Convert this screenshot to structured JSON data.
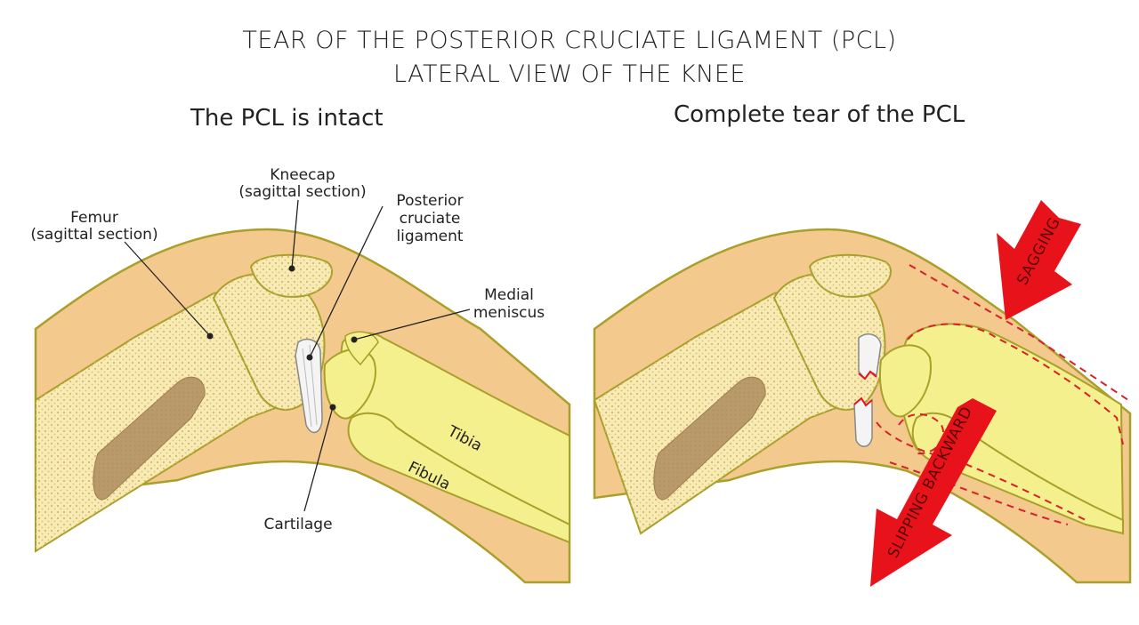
{
  "header": {
    "title_line1": "TEAR OF THE POSTERIOR CRUCIATE LIGAMENT (PCL)",
    "title_line2": "LATERAL VIEW OF THE KNEE"
  },
  "left_panel": {
    "title": "The PCL is intact",
    "labels": {
      "kneecap_1": "Kneecap",
      "kneecap_2": "(sagittal section)",
      "femur_1": "Femur",
      "femur_2": "(sagittal section)",
      "pcl_1": "Posterior",
      "pcl_2": "cruciate",
      "pcl_3": "ligament",
      "meniscus_1": "Medial",
      "meniscus_2": "meniscus",
      "tibia": "Tibia",
      "fibula": "Fibula",
      "cartilage": "Cartilage"
    }
  },
  "right_panel": {
    "title": "Complete tear of the PCL",
    "arrows": {
      "sagging": "SAGGING",
      "slipping": "SLIPPING BACKWARD"
    }
  },
  "colors": {
    "skin": "#f4c98e",
    "skin_stroke": "#a8a02a",
    "bone": "#f7eab3",
    "bone_dots": "#d9b870",
    "marrow": "#b99a6b",
    "tibia": "#f5f08e",
    "arrow_red": "#e8121b",
    "dash_red": "#d9202a"
  }
}
